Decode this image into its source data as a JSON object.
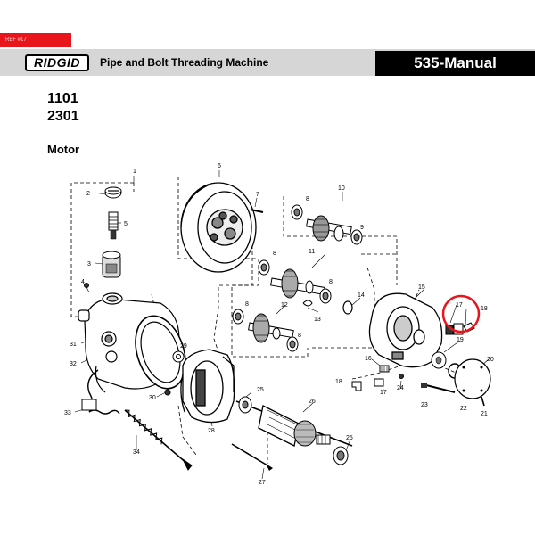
{
  "header": {
    "ref_tag": "REF #17",
    "logo": "RIDGID",
    "title": "Pipe and Bolt Threading Machine",
    "manual": "535-Manual"
  },
  "models": [
    "1101",
    "2301"
  ],
  "section_title": "Motor",
  "highlight": {
    "part": "17",
    "color": "#e8161c"
  },
  "callouts": [
    "1",
    "2",
    "3",
    "4",
    "5",
    "6",
    "7",
    "8",
    "8",
    "8",
    "8",
    "8",
    "9",
    "10",
    "11",
    "12",
    "13",
    "14",
    "15",
    "16",
    "17",
    "17",
    "18",
    "18",
    "19",
    "20",
    "21",
    "22",
    "23",
    "24",
    "25",
    "25",
    "26",
    "27",
    "28",
    "29",
    "30",
    "31",
    "32",
    "33",
    "34"
  ]
}
